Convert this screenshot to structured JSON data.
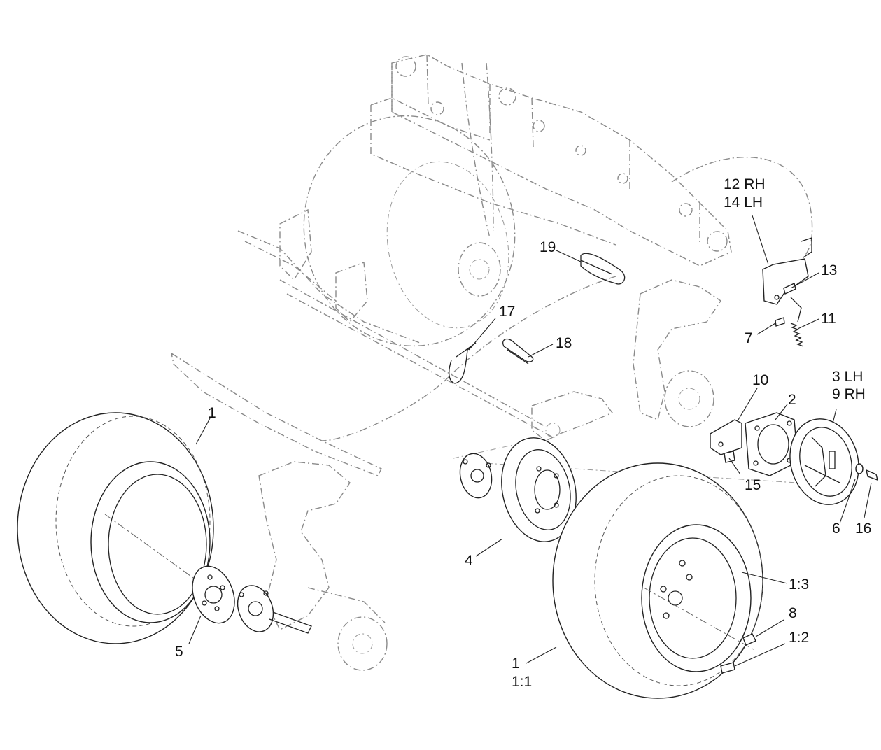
{
  "callouts": {
    "c1_left": "1",
    "c1_bottom": "1",
    "c1_1": "1:1",
    "c1_2": "1:2",
    "c1_3": "1:3",
    "c2": "2",
    "c3": "3  LH",
    "c9": "9  RH",
    "c4": "4",
    "c5": "5",
    "c6": "6",
    "c7": "7",
    "c8": "8",
    "c10": "10",
    "c11": "11",
    "c12": "12 RH",
    "c14": "14 LH",
    "c13": "13",
    "c15": "15",
    "c16": "16",
    "c17": "17",
    "c18": "18",
    "c19": "19"
  }
}
